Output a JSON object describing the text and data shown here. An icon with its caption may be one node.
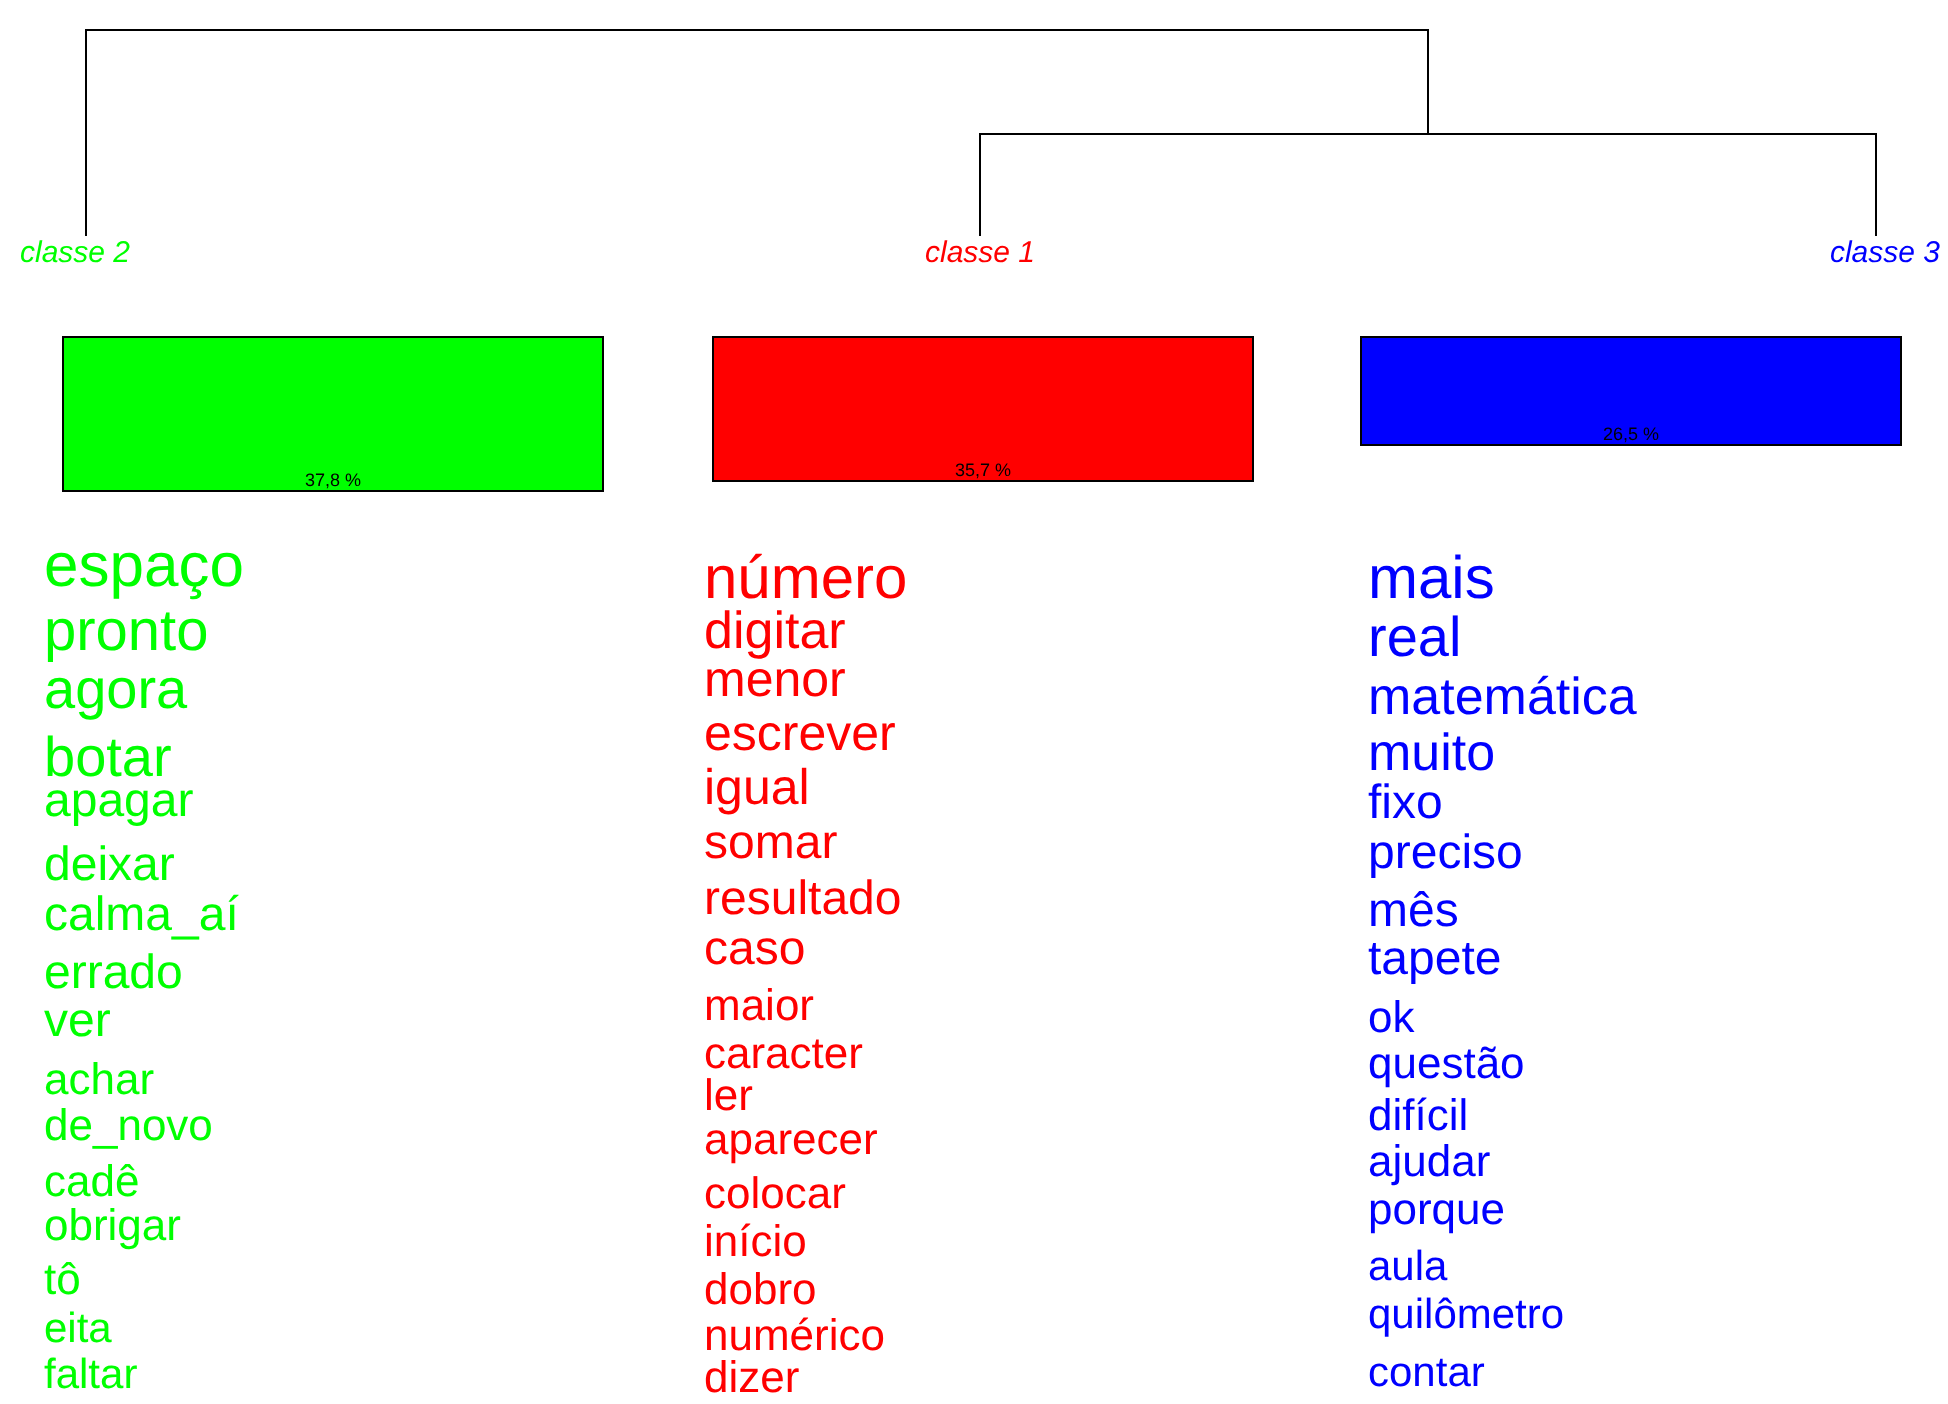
{
  "diagram": {
    "nodes": [
      {
        "text": [
          "37,8 %"
        ],
        "beside": [
          "classe  2"
        ]
      },
      {
        "text": [
          "35,7 %"
        ],
        "beside": [
          "classe  1"
        ]
      },
      {
        "text": [
          "26,5 %"
        ],
        "beside": [
          "classe  3"
        ]
      }
    ],
    "labels": [
      "espaço",
      "pronto",
      "agora",
      "botar",
      "apagar",
      "deixar",
      "calma_aí",
      "errado",
      "ver",
      "achar",
      "de_novo",
      "cadê",
      "obrigar",
      "tô",
      "eita",
      "faltar",
      "número",
      "digitar",
      "menor",
      "escrever",
      "igual",
      "somar",
      "resultado",
      "caso",
      "maior",
      "caracter",
      "ler",
      "aparecer",
      "colocar",
      "início",
      "dobro",
      "numérico",
      "dizer",
      "mais",
      "real",
      "matemática",
      "muito",
      "fixo",
      "preciso",
      "mês",
      "tapete",
      "ok",
      "questão",
      "difícil",
      "ajudar",
      "porque",
      "aula",
      "quilômetro",
      "contar"
    ]
  }
}
